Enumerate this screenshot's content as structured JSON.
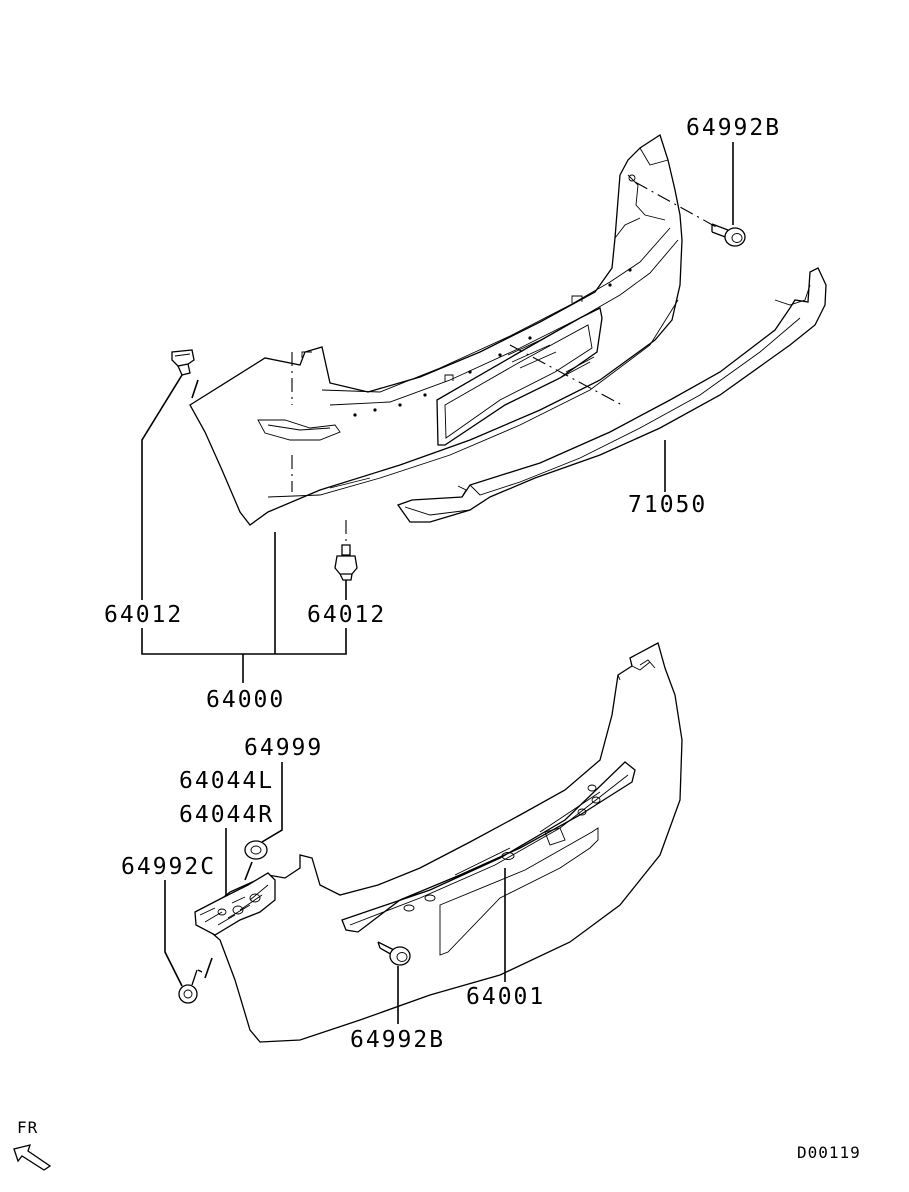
{
  "labels": {
    "p64992B_top": "64992B",
    "p71050": "71050",
    "p64012_left": "64012",
    "p64012_right": "64012",
    "p64000": "64000",
    "p64999": "64999",
    "p64044L": "64044L",
    "p64044R": "64044R",
    "p64992C": "64992C",
    "p64001": "64001",
    "p64992B_bottom": "64992B",
    "fr": "FR",
    "diagram_code": "D00119"
  }
}
